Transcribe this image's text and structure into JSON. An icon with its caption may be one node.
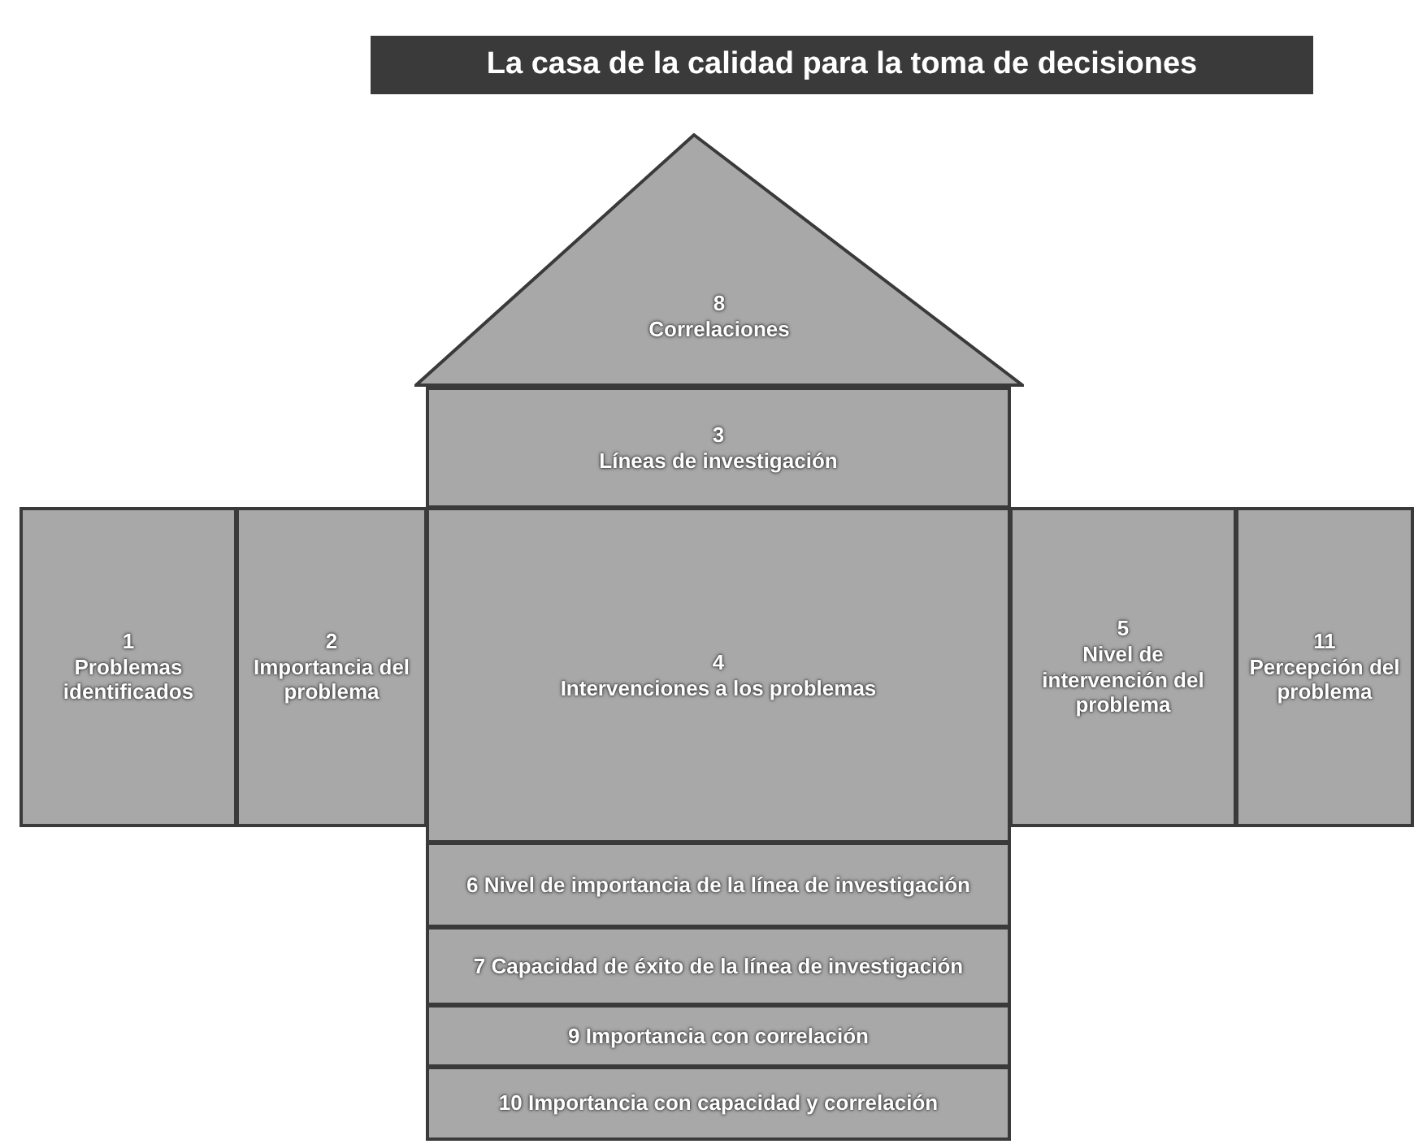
{
  "diagram": {
    "title": "La casa de la calidad para la toma de decisiones",
    "nodes": [
      {
        "text": [
          "8",
          "Correlaciones"
        ]
      },
      {
        "text": [
          "3",
          "Líneas de investigación"
        ]
      },
      {
        "text": [
          "1",
          "Problemas identificados"
        ]
      },
      {
        "text": [
          "2",
          "Importancia del problema"
        ]
      },
      {
        "text": [
          "4",
          "Intervenciones a los problemas"
        ]
      },
      {
        "text": [
          "5",
          "Nivel de intervención del problema"
        ]
      },
      {
        "text": [
          "11",
          "Percepción del problema"
        ]
      },
      {
        "text": [
          "6 Nivel de importancia de la línea de investigación"
        ]
      },
      {
        "text": [
          "7 Capacidad de éxito de la línea de investigación"
        ]
      },
      {
        "text": [
          "9 Importancia con correlación"
        ]
      },
      {
        "text": [
          "10 Importancia con capacidad y correlación"
        ]
      }
    ]
  }
}
